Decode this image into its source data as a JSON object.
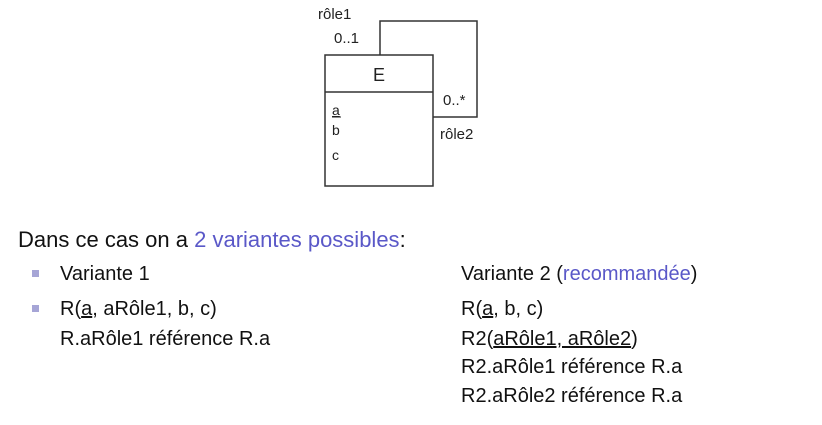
{
  "diagram": {
    "entity_name": "E",
    "attributes": [
      "a",
      "b",
      "c"
    ],
    "role1": {
      "label": "rôle1",
      "multiplicity": "0..1"
    },
    "role2": {
      "label": "rôle2",
      "multiplicity": "0..*"
    }
  },
  "intro": {
    "before": "Dans ce cas on a ",
    "highlight": "2 variantes possibles",
    "after": ":"
  },
  "variant1": {
    "title": "Variante 1",
    "rel_prefix": "R(",
    "rel_key": "a",
    "rel_suffix": ", aRôle1, b, c)",
    "constraint": "R.aRôle1 référence R.a"
  },
  "variant2": {
    "title_prefix": "Variante 2 (",
    "title_highlight": "recommandée",
    "title_suffix": ")",
    "rel1_prefix": "R(",
    "rel1_key": "a",
    "rel1_suffix": ", b, c)",
    "rel2_prefix": "R2(",
    "rel2_key": "aRôle1, aRôle2",
    "rel2_suffix": ")",
    "constraint1": "R2.aRôle1 référence R.a",
    "constraint2": "R2.aRôle2 référence R.a"
  },
  "colors": {
    "accent": "#5a58c8",
    "bullet": "#a6a5d6"
  }
}
